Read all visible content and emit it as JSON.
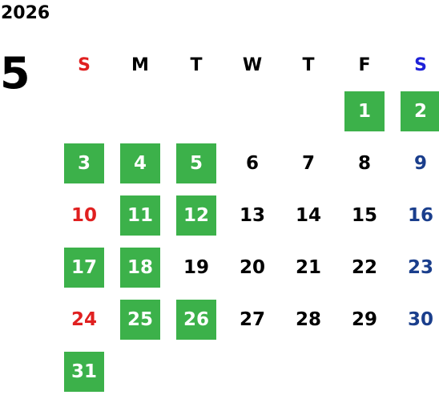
{
  "year": "2026",
  "month": "5",
  "weekdays": [
    "S",
    "M",
    "T",
    "W",
    "T",
    "F",
    "S"
  ],
  "weeks": [
    [
      {
        "day": "",
        "highlight": false
      },
      {
        "day": "",
        "highlight": false
      },
      {
        "day": "",
        "highlight": false
      },
      {
        "day": "",
        "highlight": false
      },
      {
        "day": "",
        "highlight": false
      },
      {
        "day": "1",
        "highlight": true
      },
      {
        "day": "2",
        "highlight": true
      }
    ],
    [
      {
        "day": "3",
        "highlight": true
      },
      {
        "day": "4",
        "highlight": true
      },
      {
        "day": "5",
        "highlight": true
      },
      {
        "day": "6",
        "highlight": false
      },
      {
        "day": "7",
        "highlight": false
      },
      {
        "day": "8",
        "highlight": false
      },
      {
        "day": "9",
        "highlight": false
      }
    ],
    [
      {
        "day": "10",
        "highlight": false
      },
      {
        "day": "11",
        "highlight": true
      },
      {
        "day": "12",
        "highlight": true
      },
      {
        "day": "13",
        "highlight": false
      },
      {
        "day": "14",
        "highlight": false
      },
      {
        "day": "15",
        "highlight": false
      },
      {
        "day": "16",
        "highlight": false
      }
    ],
    [
      {
        "day": "17",
        "highlight": true
      },
      {
        "day": "18",
        "highlight": true
      },
      {
        "day": "19",
        "highlight": false
      },
      {
        "day": "20",
        "highlight": false
      },
      {
        "day": "21",
        "highlight": false
      },
      {
        "day": "22",
        "highlight": false
      },
      {
        "day": "23",
        "highlight": false
      }
    ],
    [
      {
        "day": "24",
        "highlight": false
      },
      {
        "day": "25",
        "highlight": true
      },
      {
        "day": "26",
        "highlight": true
      },
      {
        "day": "27",
        "highlight": false
      },
      {
        "day": "28",
        "highlight": false
      },
      {
        "day": "29",
        "highlight": false
      },
      {
        "day": "30",
        "highlight": false
      }
    ],
    [
      {
        "day": "31",
        "highlight": true
      },
      {
        "day": "",
        "highlight": false
      },
      {
        "day": "",
        "highlight": false
      },
      {
        "day": "",
        "highlight": false
      },
      {
        "day": "",
        "highlight": false
      },
      {
        "day": "",
        "highlight": false
      },
      {
        "day": "",
        "highlight": false
      }
    ]
  ],
  "colors": {
    "highlight": "#3cb14a",
    "sunday": "#e02020",
    "saturday": "#1a3e8c",
    "saturday_header": "#1e22d8",
    "text": "#000000"
  }
}
